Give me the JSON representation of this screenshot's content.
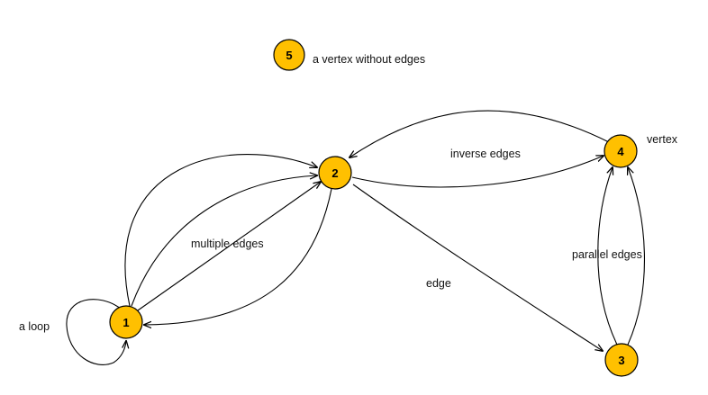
{
  "graph": {
    "node_color": "#FFC000",
    "edge_color": "#000000",
    "nodes": [
      {
        "id": "1",
        "label": "1"
      },
      {
        "id": "2",
        "label": "2"
      },
      {
        "id": "3",
        "label": "3"
      },
      {
        "id": "4",
        "label": "4"
      },
      {
        "id": "5",
        "label": "5"
      }
    ],
    "edges": [
      {
        "from": "1",
        "to": "1",
        "kind": "loop"
      },
      {
        "from": "1",
        "to": "2",
        "kind": "multiple"
      },
      {
        "from": "1",
        "to": "2",
        "kind": "multiple"
      },
      {
        "from": "1",
        "to": "2",
        "kind": "multiple"
      },
      {
        "from": "2",
        "to": "1"
      },
      {
        "from": "2",
        "to": "4",
        "kind": "inverse"
      },
      {
        "from": "4",
        "to": "2",
        "kind": "inverse"
      },
      {
        "from": "2",
        "to": "3"
      },
      {
        "from": "3",
        "to": "4",
        "kind": "parallel"
      },
      {
        "from": "3",
        "to": "4",
        "kind": "parallel"
      }
    ],
    "annotations": {
      "isolated_vertex": "a vertex without edges",
      "vertex": "vertex",
      "inverse_edges": "inverse edges",
      "multiple_edges": "multiple edges",
      "edge": "edge",
      "parallel_edges": "parallel edges",
      "loop": "a loop"
    }
  }
}
